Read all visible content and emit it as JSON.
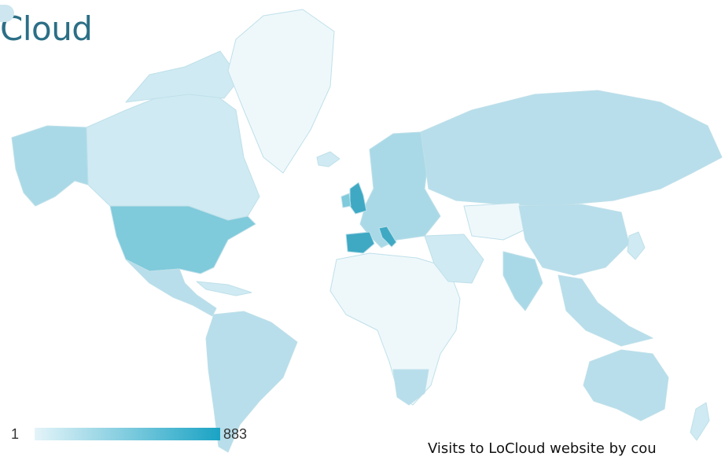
{
  "brand": {
    "name": "Cloud",
    "icon": "cloud-icon"
  },
  "legend": {
    "min": "1",
    "max": "883",
    "color_low": "#e4f4f9",
    "color_high": "#1aa3c4"
  },
  "caption": "Visits to LoCloud website by cou",
  "colors": {
    "ocean": "#ffffff",
    "border": "#bfe0ea",
    "very_light": "#eef8fb",
    "light": "#cfeaf2",
    "medium": "#b7deea",
    "dark": "#7fcadb",
    "darkest": "#3fa9c4"
  }
}
